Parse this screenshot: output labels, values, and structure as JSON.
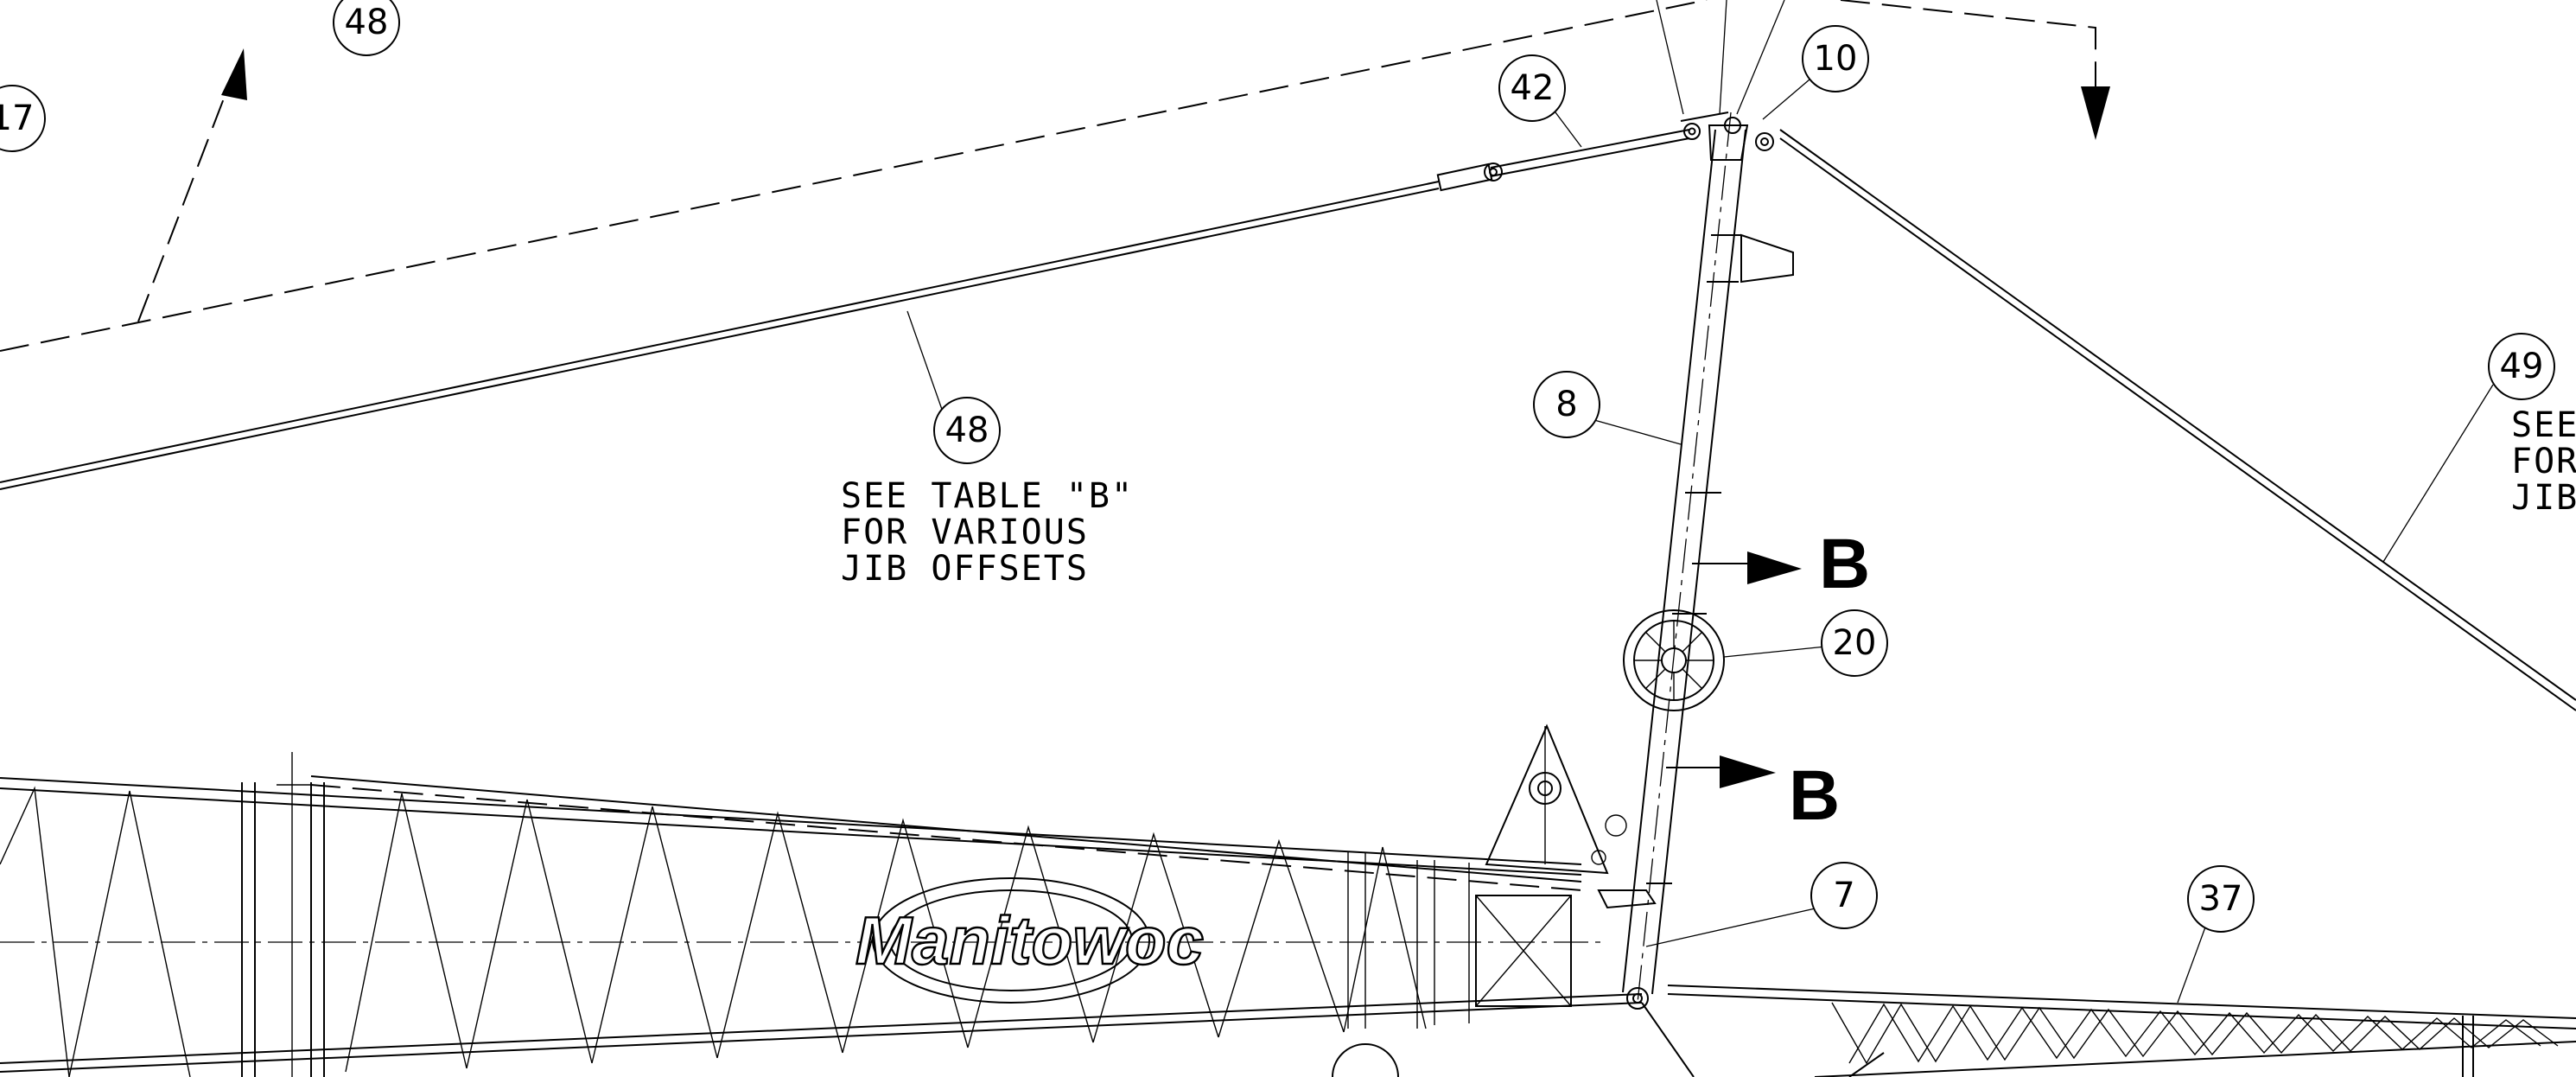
{
  "balloons": {
    "b48_top": "48",
    "b17": "17",
    "b42": "42",
    "b10": "10",
    "b48_mid": "48",
    "b8": "8",
    "b49": "49",
    "b20": "20",
    "b7": "7",
    "b37": "37"
  },
  "notes": {
    "table_b": [
      "SEE TABLE \"B\"",
      "FOR VARIOUS",
      "JIB OFFSETS"
    ],
    "right_cut": [
      "SEE",
      "FOR",
      "JIB"
    ]
  },
  "section_labels": {
    "upper": "B",
    "lower": "B"
  },
  "logo_text": "Manitowoc"
}
